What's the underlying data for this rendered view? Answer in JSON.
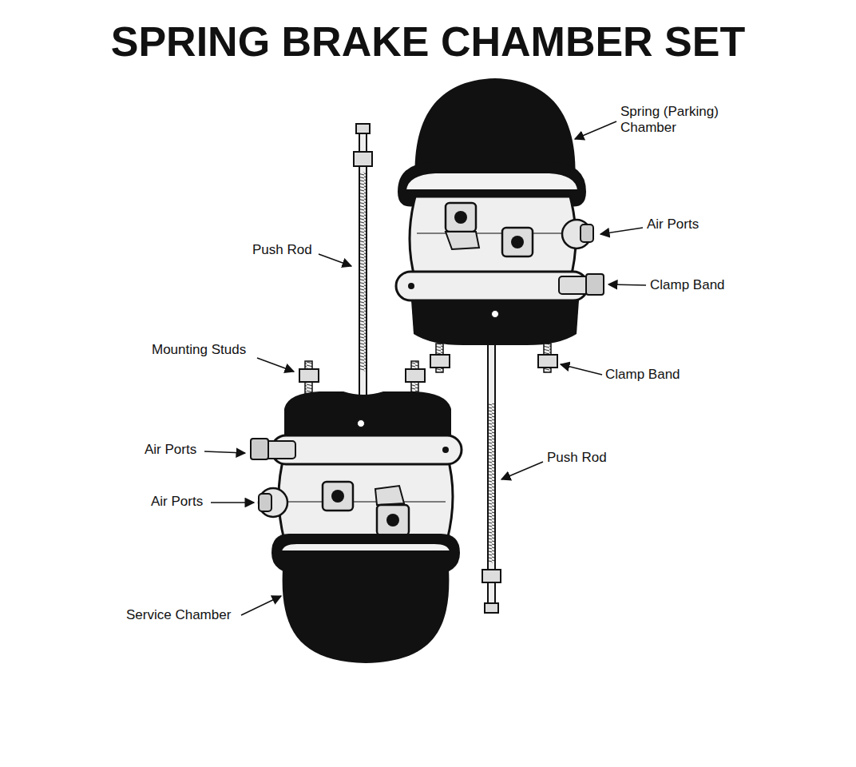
{
  "diagram": {
    "title": "SPRING BRAKE CHAMBER SET",
    "labels": [
      "Spring (Parking) Chamber",
      "Air Ports",
      "Push Rod",
      "Clamp Band",
      "Mounting Studs",
      "Clamp Band",
      "Air Ports",
      "Push Rod",
      "Air Ports",
      "Service Chamber"
    ]
  }
}
